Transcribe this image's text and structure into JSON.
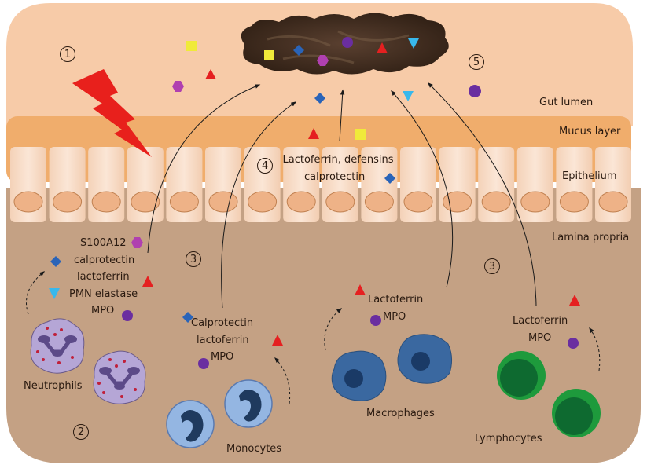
{
  "regions": {
    "gut_lumen": "Gut lumen",
    "mucus_layer": "Mucus layer",
    "epithelium": "Epithelium",
    "lamina_propria": "Lamina propria"
  },
  "steps": [
    "1",
    "2",
    "3",
    "3",
    "4",
    "5"
  ],
  "neutrophils": {
    "label": "Neutrophils",
    "markers": [
      "S100A12",
      "calprotectin",
      "lactoferrin",
      "PMN elastase",
      "MPO"
    ]
  },
  "monocytes": {
    "label": "Monocytes",
    "markers": [
      "Calprotectin",
      "lactoferrin",
      "MPO"
    ]
  },
  "macrophages": {
    "label": "Macrophages",
    "markers": [
      "Lactoferrin",
      "MPO"
    ]
  },
  "lymphocytes": {
    "label": "Lymphocytes",
    "markers": [
      "Lactoferrin",
      "MPO"
    ]
  },
  "epithelial_markers": [
    "Lactoferrin, defensins",
    "calprotectin"
  ],
  "legend_shapes": {
    "S100A12": {
      "shape": "hexagon",
      "color": "#b040b0"
    },
    "calprotectin": {
      "shape": "diamond",
      "color": "#2a64b8"
    },
    "lactoferrin": {
      "shape": "triangle-up",
      "color": "#e52020"
    },
    "PMN elastase": {
      "shape": "triangle-down",
      "color": "#38b8ec"
    },
    "MPO": {
      "shape": "circle",
      "color": "#6a2ea0"
    },
    "defensins": {
      "shape": "square",
      "color": "#f0ea3a"
    }
  },
  "colors": {
    "lumen": "#f7cba8",
    "mucus": "#f0ad6c",
    "epithelial_cell": "#fae0cc",
    "nucleus": "#eeb287",
    "lamina": "#c4a184",
    "injury_bolt": "#e8201c",
    "stool": "#3d2a1c"
  }
}
